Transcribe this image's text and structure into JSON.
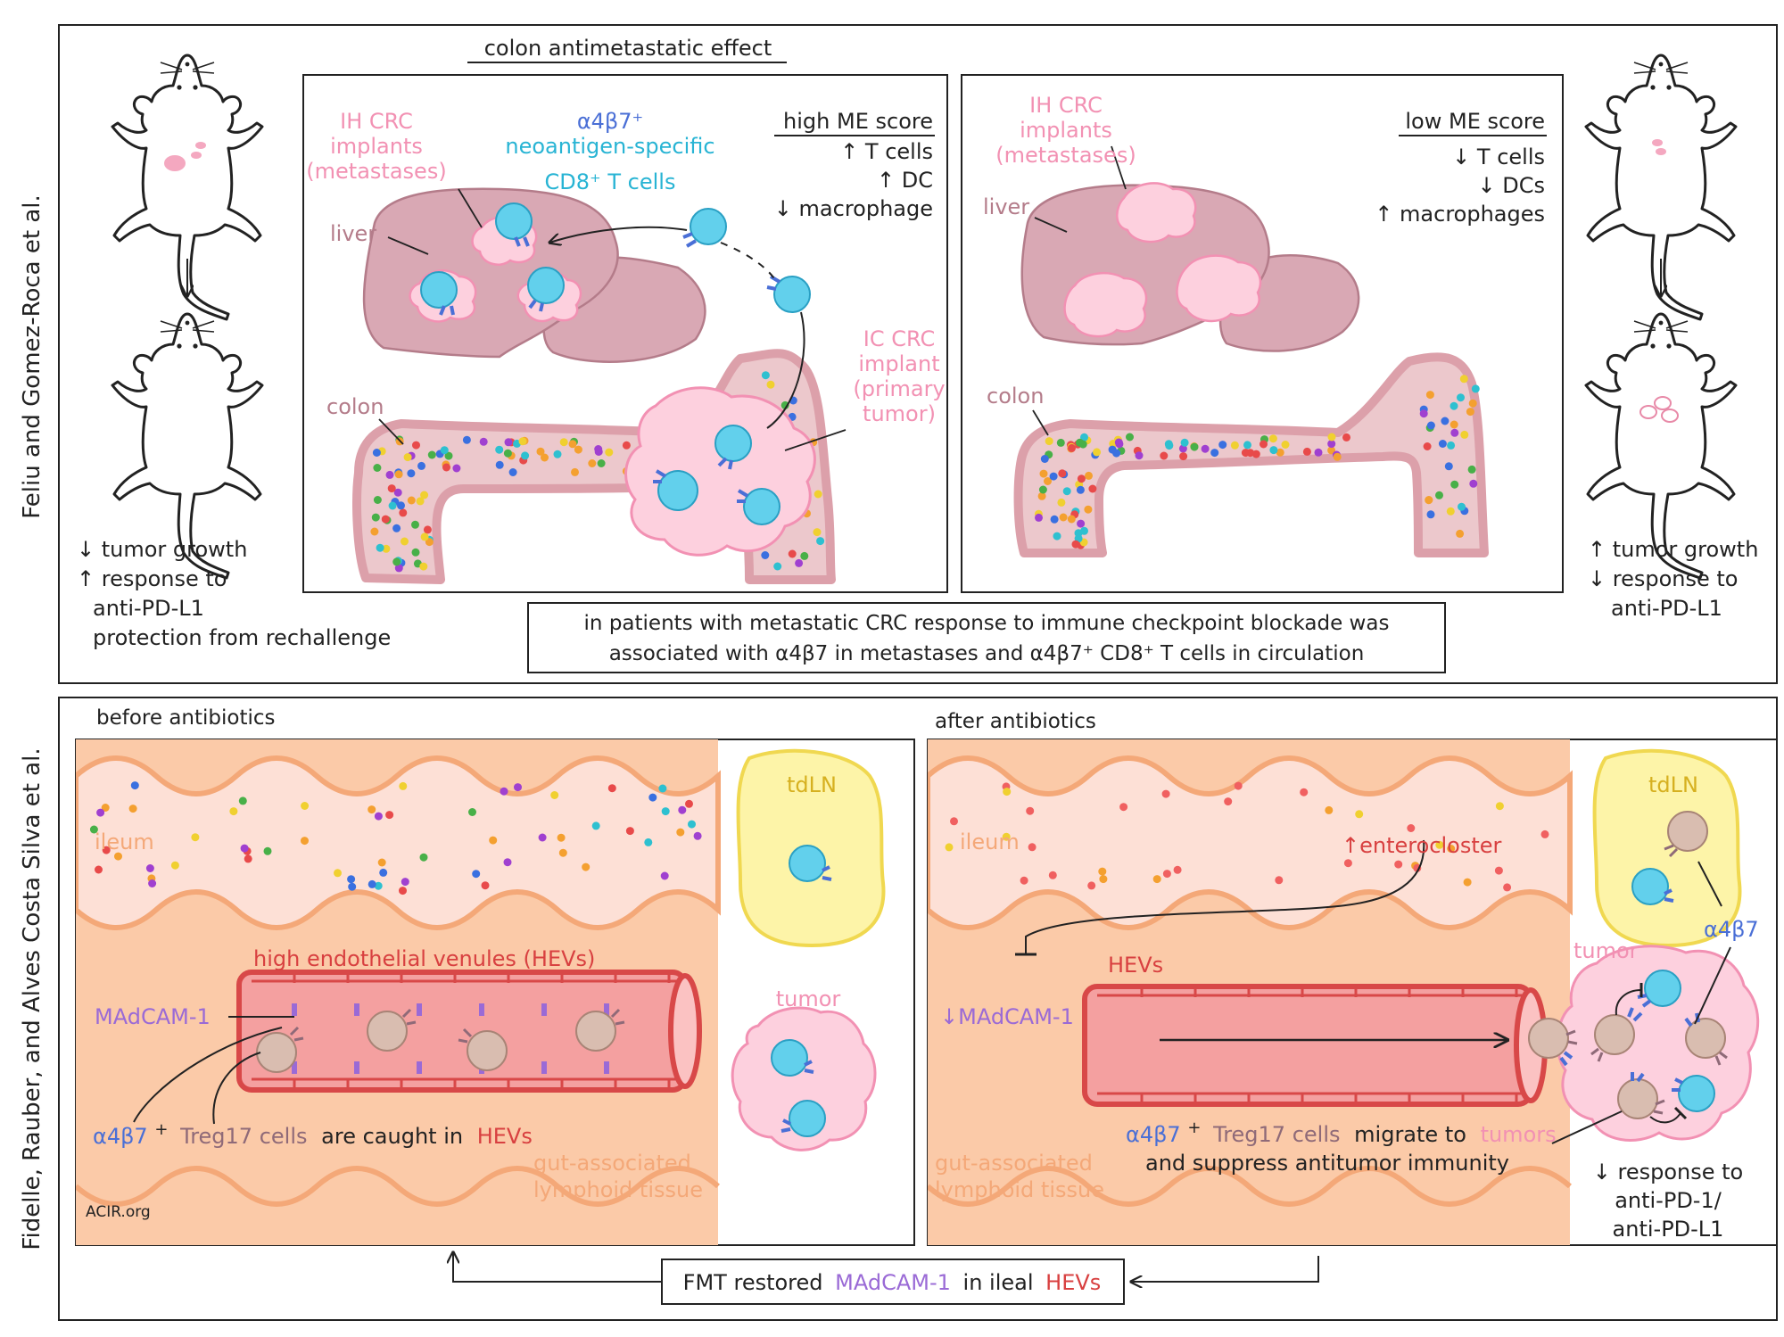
{
  "top_panel": {
    "side_label": "Feliu and Gomez-Roca et al.",
    "title": "colon antimetastatic effect",
    "left_mouse": {
      "outcomes": [
        "↓ tumor growth",
        "↑ response to",
        "anti-PD-L1",
        "protection from rechallenge"
      ]
    },
    "right_mouse": {
      "outcomes": [
        "↑ tumor growth",
        "↓ response to",
        "anti-PD-L1"
      ]
    },
    "high_me": {
      "heading": "high ME score",
      "items": [
        "↑ T cells",
        "↑ DC",
        "↓ macrophage"
      ],
      "ih_crc": [
        "IH CRC",
        "implants",
        "(metastases)"
      ],
      "neoantigen": [
        "α4β7⁺",
        "neoantigen-specific",
        "CD8⁺ T cells"
      ],
      "liver": "liver",
      "colon": "colon",
      "ic_crc": [
        "IC CRC",
        "implant",
        "(primary",
        "tumor)"
      ]
    },
    "low_me": {
      "heading": "low ME score",
      "items": [
        "↓ T cells",
        "↓ DCs",
        "↑ macrophages"
      ],
      "ih_crc": [
        "IH CRC",
        "implants",
        "(metastases)"
      ],
      "liver": "liver",
      "colon": "colon"
    },
    "summary": [
      "in patients with metastatic CRC response to immune checkpoint blockade was",
      "associated with α4β7 in metastases and α4β7⁺ CD8⁺ T cells in circulation"
    ]
  },
  "bottom_panel": {
    "side_label": "Fidelle, Rauber, and Alves Costa Silva et al.",
    "before": {
      "title": "before antibiotics",
      "ileum": "ileum",
      "tdln": "tdLN",
      "tumor": "tumor",
      "hev_title": "high endothelial venules (HEVs)",
      "madcam": "MAdCAM-1",
      "caption_a": "α4β7",
      "caption_plus": "+",
      "caption_b": "Treg17 cells",
      "caption_c": "are caught in",
      "caption_d": "HEVs",
      "galt": [
        "gut-associated",
        "lymphoid tissue"
      ],
      "credit": "ACIR.org"
    },
    "after": {
      "title": "after antibiotics",
      "ileum": "ileum",
      "tdln": "tdLN",
      "tumor": "tumor",
      "a4b7": "α4β7",
      "enterocloster": "↑enterocloster",
      "hevs": "HEVs",
      "madcam": "↓MAdCAM-1",
      "caption_a": "α4β7",
      "caption_plus": "+",
      "caption_b": "Treg17 cells",
      "caption_c": "migrate to",
      "caption_d": "tumors",
      "caption_e": "and suppress antitumor immunity",
      "galt": [
        "gut-associated",
        "lymphoid tissue"
      ],
      "response": [
        "↓ response to",
        "anti-PD-1/",
        "anti-PD-L1"
      ]
    },
    "fmt": {
      "a": "FMT restored",
      "b": "MAdCAM-1",
      "c": "in ileal",
      "d": "HEVs"
    }
  },
  "colors": {
    "pink_text": "#f291b3",
    "cyan_text": "#28b4d4",
    "blue_text": "#4a6fd6",
    "purple_text": "#9a6ad6",
    "red_text": "#d84040",
    "peach_text": "#f4a878",
    "brown_text": "#8f6a78",
    "liver_fill": "#d9a8b4",
    "tumor_fill": "#fdd0de",
    "tcell_fill": "#62d0ec",
    "treg_fill": "#d9bdb0",
    "galt_fill": "#fbcaa8",
    "ileum_fill": "#fde0d6",
    "hev_fill": "#f4a0a0",
    "hev_stroke": "#d84848",
    "tdln_fill": "#fdf4a8"
  }
}
